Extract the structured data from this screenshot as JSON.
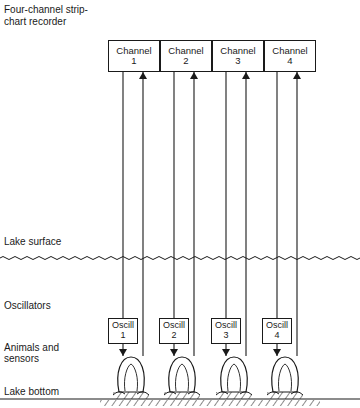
{
  "diagram": {
    "nodes": [
      {
        "text": [
          "Four-channel strip-chart recorder"
        ]
      },
      {
        "text": [
          "Channel 1"
        ],
        "in": 0
      },
      {
        "text": [
          "Channel 2"
        ],
        "in": 0
      },
      {
        "text": [
          "Channel 3"
        ],
        "in": 0
      },
      {
        "text": [
          "Channel 4"
        ],
        "in": 0
      },
      {
        "text": [
          "Oscill 1"
        ]
      },
      {
        "text": [
          "Oscill 2"
        ]
      },
      {
        "text": [
          "Oscill 3"
        ]
      },
      {
        "text": [
          "Oscill 4"
        ]
      }
    ],
    "edges": [
      {
        "from": 5,
        "to": 1,
        "arrow": "to"
      },
      {
        "from": 1,
        "to": 5,
        "arrow": "none"
      },
      {
        "from": 6,
        "to": 2,
        "arrow": "to"
      },
      {
        "from": 2,
        "to": 6,
        "arrow": "none"
      },
      {
        "from": 7,
        "to": 3,
        "arrow": "to"
      },
      {
        "from": 3,
        "to": 7,
        "arrow": "none"
      },
      {
        "from": 8,
        "to": 4,
        "arrow": "to"
      },
      {
        "from": 4,
        "to": 8,
        "arrow": "none"
      }
    ],
    "labels": [
      "Lake surface",
      "Oscillators",
      "Animals and sensors",
      "Lake bottom"
    ]
  }
}
